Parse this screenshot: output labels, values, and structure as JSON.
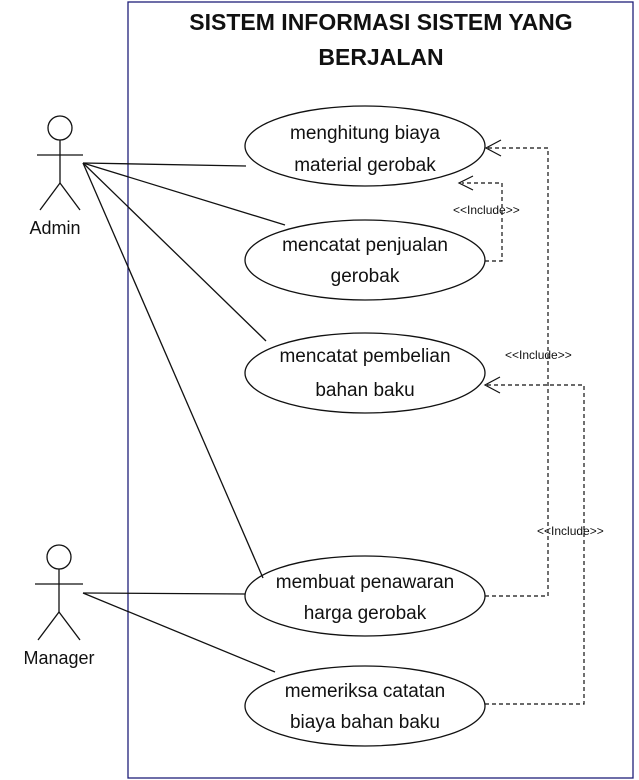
{
  "system": {
    "title_line1": "SISTEM INFORMASI SISTEM YANG",
    "title_line2": "BERJALAN"
  },
  "actors": {
    "admin": "Admin",
    "manager": "Manager"
  },
  "use_cases": {
    "uc1": {
      "line1": "menghitung biaya",
      "line2": "material gerobak"
    },
    "uc2": {
      "line1": "mencatat penjualan",
      "line2": "gerobak"
    },
    "uc3": {
      "line1": "mencatat pembelian",
      "line2": "bahan baku"
    },
    "uc4": {
      "line1": "membuat penawaran",
      "line2": "harga gerobak"
    },
    "uc5": {
      "line1": "memeriksa catatan",
      "line2": "biaya bahan baku"
    }
  },
  "relations": {
    "include1": "<<Include>>",
    "include2": "<<Include>>",
    "include3": "<<Include>>"
  },
  "colors": {
    "boundary": "#1f1f7a",
    "stroke": "#111111"
  }
}
